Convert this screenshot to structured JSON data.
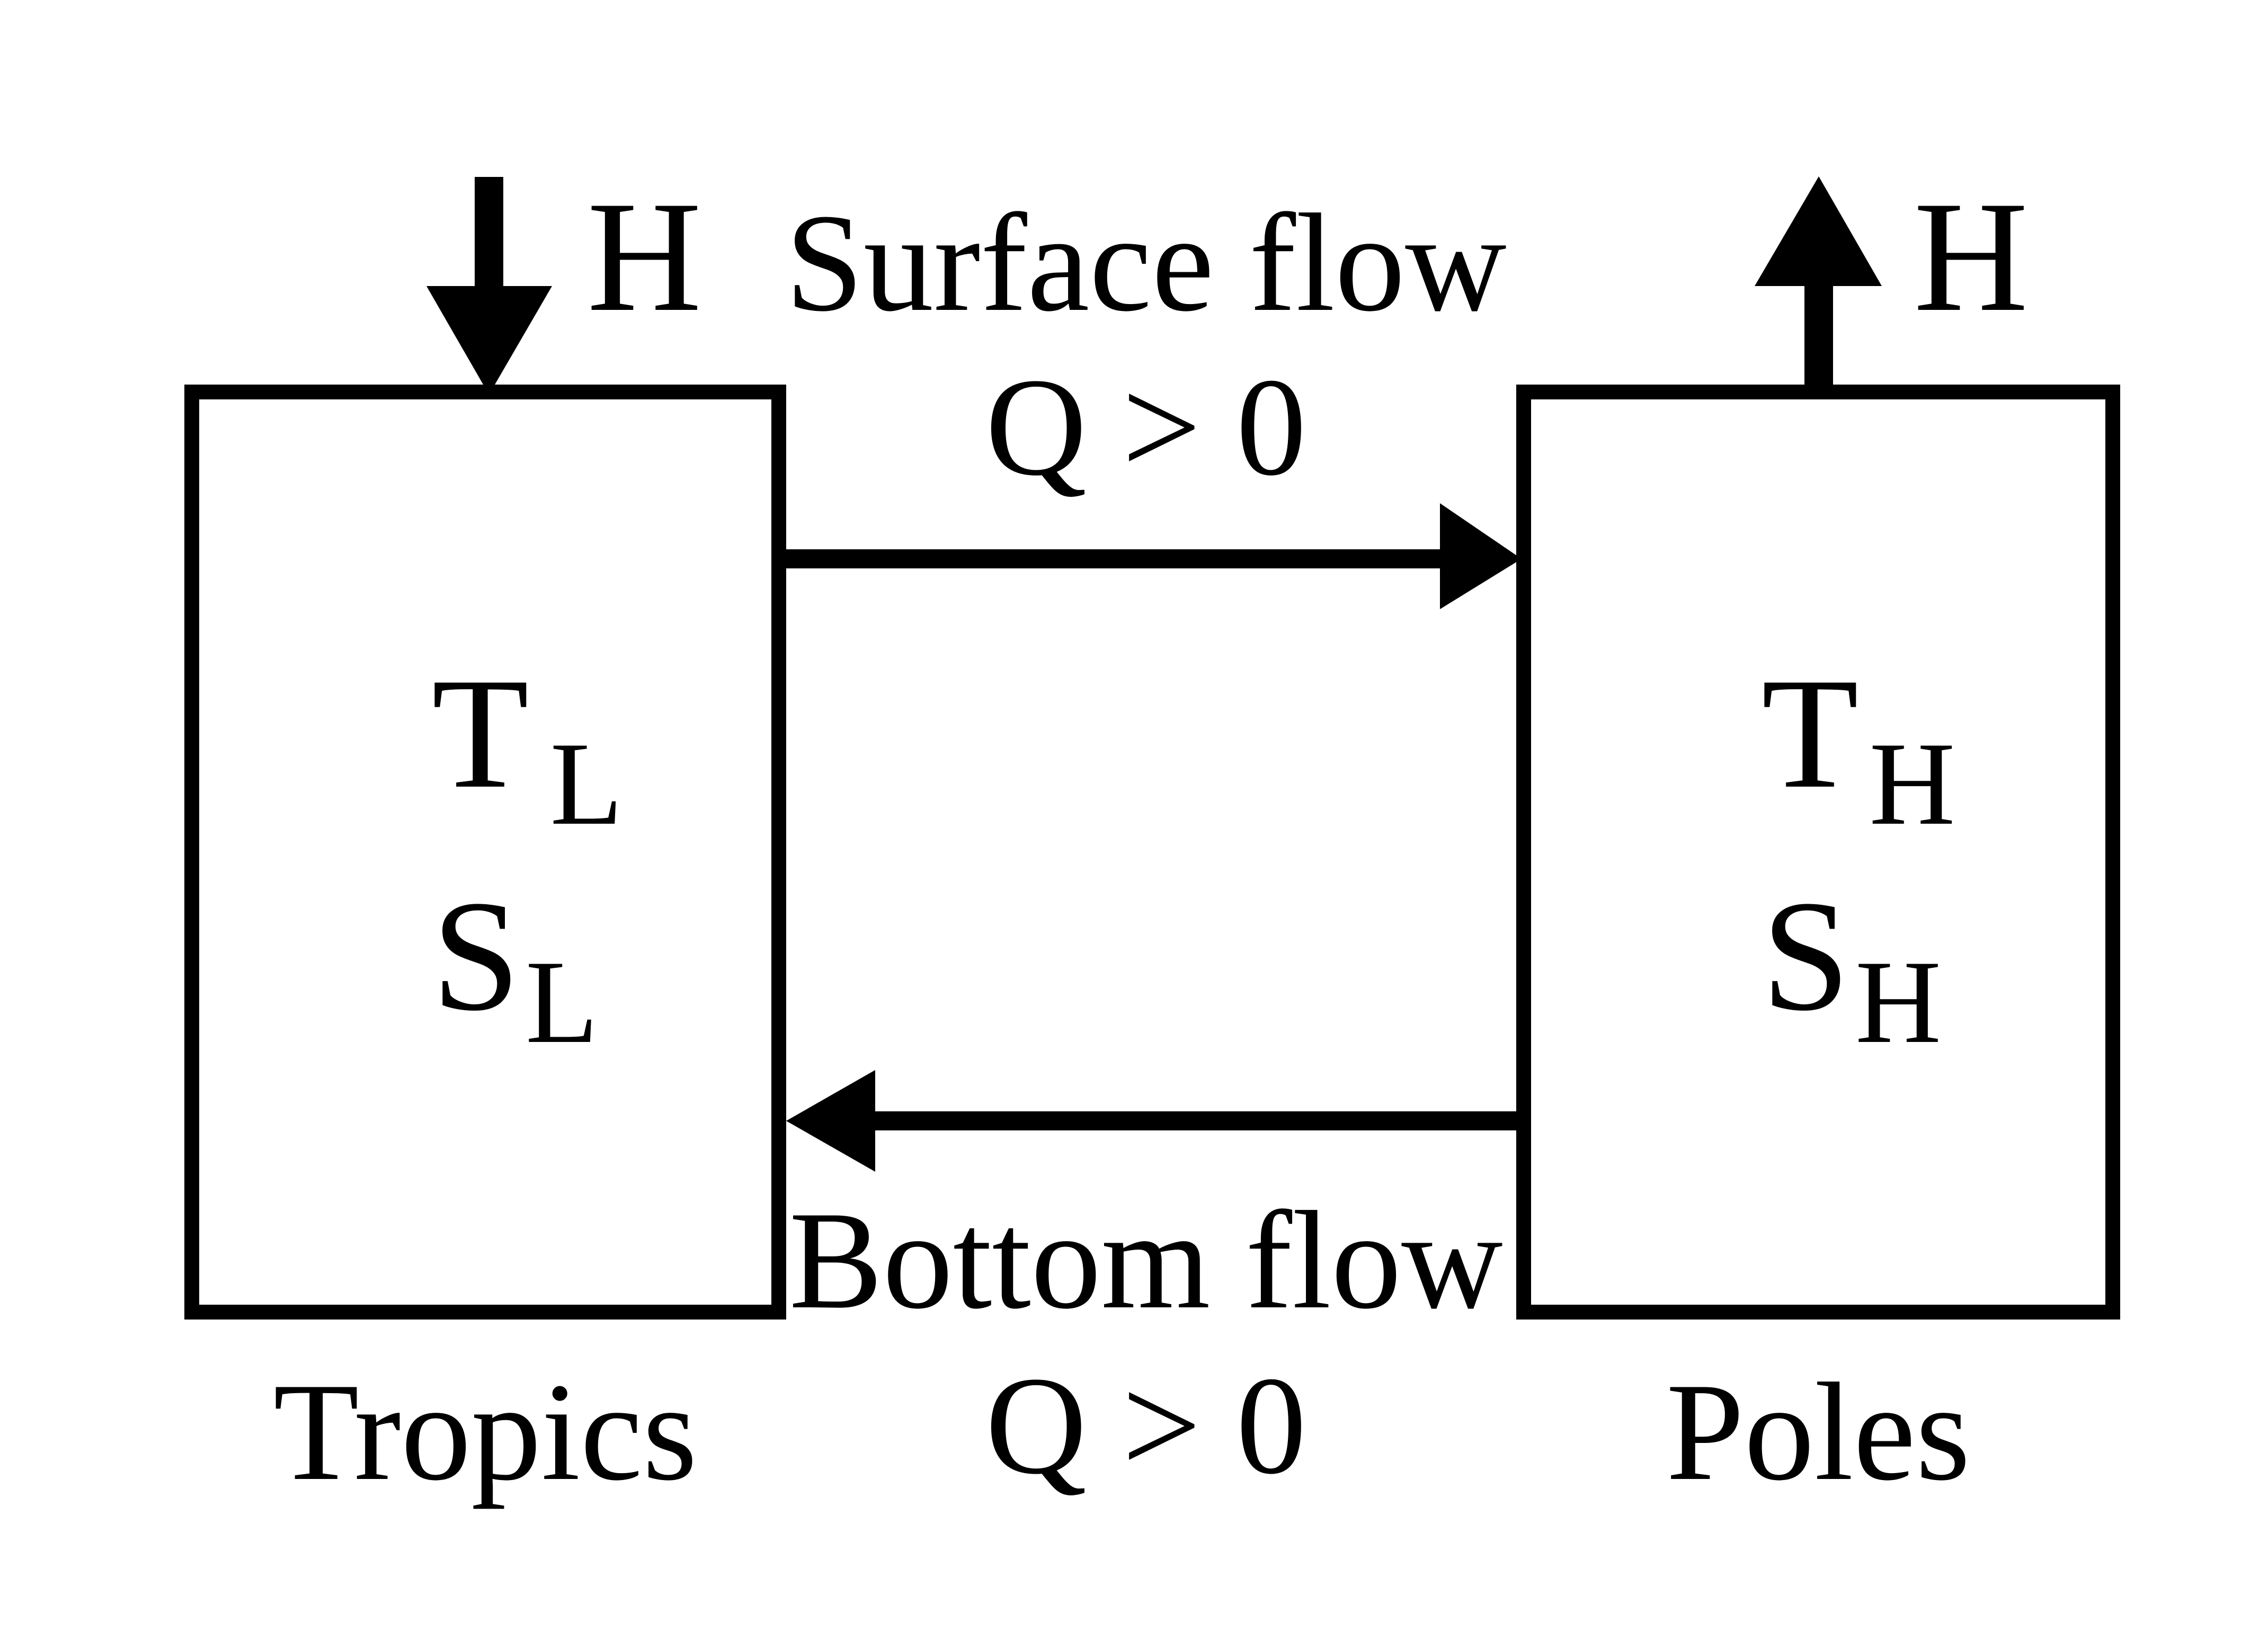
{
  "colors": {
    "stroke": "#000000",
    "background": "#ffffff"
  },
  "tropics": {
    "temperature": "T",
    "temperature_sub": "L",
    "salinity": "S",
    "salinity_sub": "L",
    "label": "Tropics",
    "heat_label": "H"
  },
  "poles": {
    "temperature": "T",
    "temperature_sub": "H",
    "salinity": "S",
    "salinity_sub": "H",
    "label": "Poles",
    "heat_label": "H"
  },
  "surface_flow": {
    "label": "Surface flow",
    "condition": "Q > 0"
  },
  "bottom_flow": {
    "label": "Bottom flow",
    "condition": "Q > 0"
  }
}
